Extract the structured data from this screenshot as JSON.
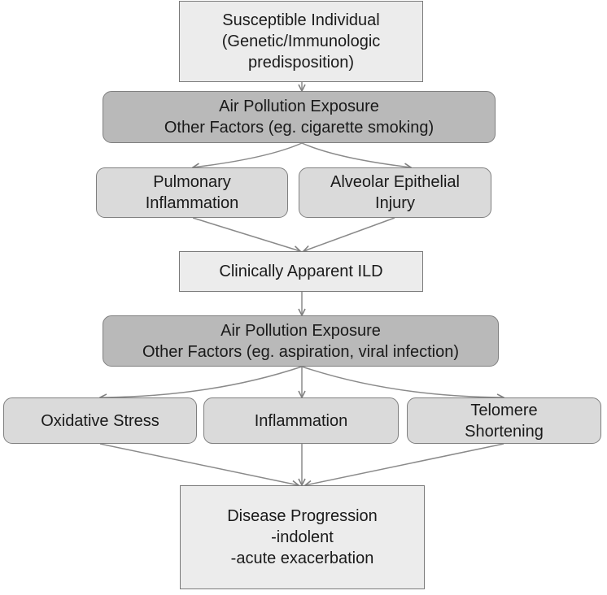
{
  "diagram": {
    "susceptible": {
      "lines": [
        "Susceptible Individual",
        "(Genetic/Immunologic",
        "predisposition)"
      ]
    },
    "exposure_1": {
      "lines": [
        "Air Pollution Exposure",
        "Other Factors (eg. cigarette smoking)"
      ]
    },
    "pulmonary_inflammation": {
      "lines": [
        "Pulmonary",
        "Inflammation"
      ]
    },
    "alveolar_injury": {
      "lines": [
        "Alveolar Epithelial",
        "Injury"
      ]
    },
    "clinical_ild": {
      "lines": [
        "Clinically Apparent ILD"
      ]
    },
    "exposure_2": {
      "lines": [
        "Air Pollution Exposure",
        "Other Factors (eg. aspiration, viral infection)"
      ]
    },
    "oxidative_stress": {
      "lines": [
        "Oxidative Stress"
      ]
    },
    "inflammation": {
      "lines": [
        "Inflammation"
      ]
    },
    "telomere": {
      "lines": [
        "Telomere",
        "Shortening"
      ]
    },
    "progression": {
      "lines": [
        "Disease Progression",
        "-indolent",
        "-acute exacerbation"
      ]
    }
  }
}
